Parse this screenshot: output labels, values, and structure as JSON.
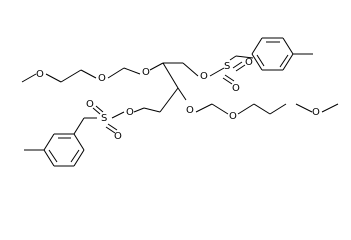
{
  "molecule": {
    "atom_labels": {
      "o_mem_ether1": "O",
      "o_mem_ether2": "O",
      "o_c2": "O",
      "o_ts_upper": "O",
      "s_upper": "S",
      "o_s_upper_a": "O",
      "o_s_upper_b": "O",
      "o_ts_lower": "O",
      "s_lower": "S",
      "o_s_lower_a": "O",
      "o_s_lower_b": "O",
      "o_c3": "O",
      "o_mem2_ether1": "O",
      "o_mem2_ether2": "O"
    }
  }
}
